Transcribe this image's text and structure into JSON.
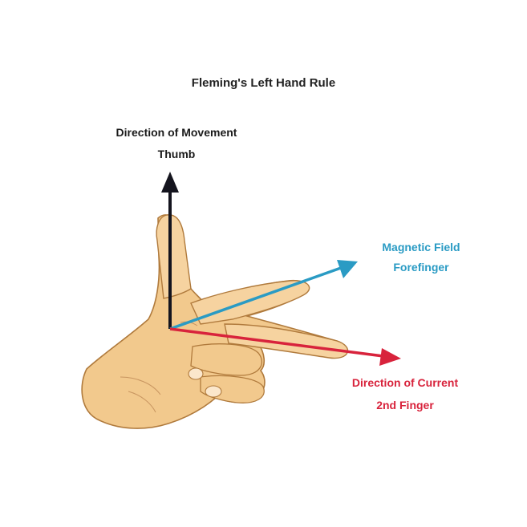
{
  "title": "Fleming's Left Hand Rule",
  "labels": {
    "movement": {
      "line1": "Direction of Movement",
      "line2": "Thumb",
      "color": "#1a1a1a"
    },
    "field": {
      "line1": "Magnetic Field",
      "line2": "Forefinger",
      "color": "#2a9bc4"
    },
    "current": {
      "line1": "Direction of Current",
      "line2": "2nd Finger",
      "color": "#d8233c"
    }
  },
  "colors": {
    "skin": "#f2c98d",
    "skin_outline": "#b07a3c",
    "thumb_arrow": "#14141e",
    "field_arrow": "#2a9bc4",
    "current_arrow": "#d8233c"
  }
}
